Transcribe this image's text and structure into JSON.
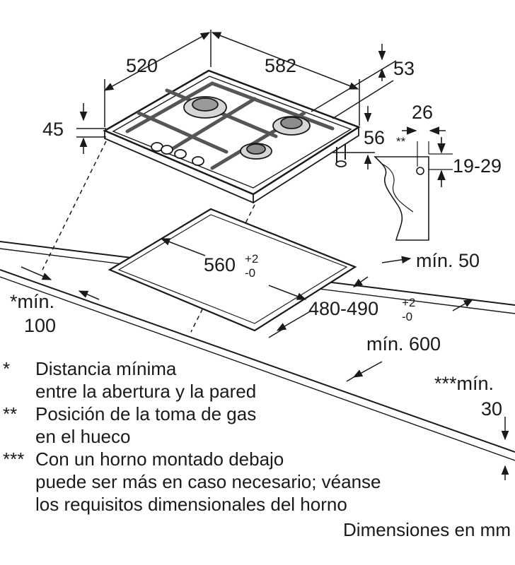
{
  "dimensions": {
    "hob_width": "520",
    "hob_depth": "582",
    "gas_inlet_height": "53",
    "hob_height": "45",
    "inlet_offset": "56",
    "inlet_offset_mark": "**",
    "inlet_depth": "26",
    "worktop_thickness": "19-29",
    "rear_clearance": "mín. 50",
    "cutout_width": "560",
    "cutout_width_tol_upper": "+2",
    "cutout_width_tol_lower": "-0",
    "cutout_depth": "480-490",
    "cutout_depth_tol_upper": "+2",
    "cutout_depth_tol_lower": "-0",
    "side_clearance_label": "*mín.",
    "side_clearance_value": "100",
    "worktop_depth": "mín. 600",
    "bottom_clearance_label": "***mín.",
    "bottom_clearance_value": "30"
  },
  "notes": [
    {
      "marker": "*",
      "lines": [
        "Distancia mínima",
        "entre la abertura y la pared"
      ]
    },
    {
      "marker": "**",
      "lines": [
        "Posición de la toma de gas",
        "en el hueco"
      ]
    },
    {
      "marker": "***",
      "lines": [
        "Con un horno montado debajo",
        "puede ser más en caso necesario; véanse",
        "los requisitos dimensionales del horno"
      ]
    }
  ],
  "units_note": "Dimensiones en mm"
}
